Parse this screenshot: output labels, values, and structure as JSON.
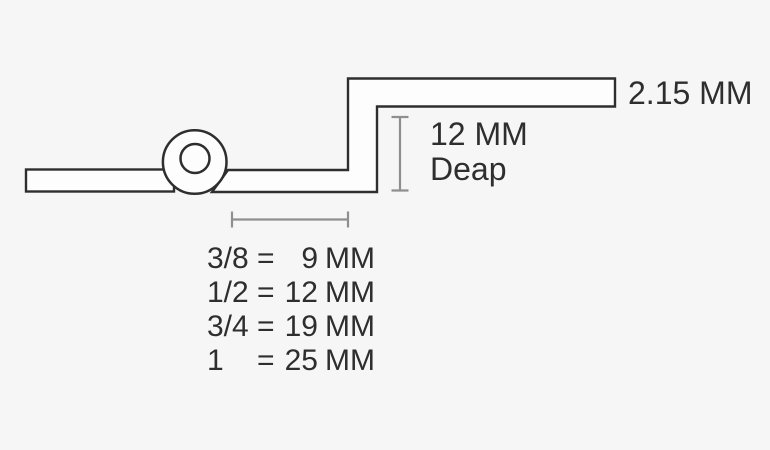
{
  "labels": {
    "thickness": "2.15 MM",
    "depth_line1": "12 MM",
    "depth_line2": "Deap"
  },
  "conversion_table": {
    "rows": [
      {
        "inch": "3/8",
        "eq": "=",
        "value": "9",
        "unit": "MM"
      },
      {
        "inch": "1/2",
        "eq": "=",
        "value": "12",
        "unit": "MM"
      },
      {
        "inch": "3/4",
        "eq": "=",
        "value": "19",
        "unit": "MM"
      },
      {
        "inch": "1",
        "eq": "=",
        "value": "25",
        "unit": "MM"
      }
    ]
  },
  "colors": {
    "background": "#f6f6f6",
    "outline": "#2e2e2e",
    "shape_fill": "#fdfdfd",
    "dimension_line": "#8f8f8f",
    "text": "#2e2e2e"
  }
}
